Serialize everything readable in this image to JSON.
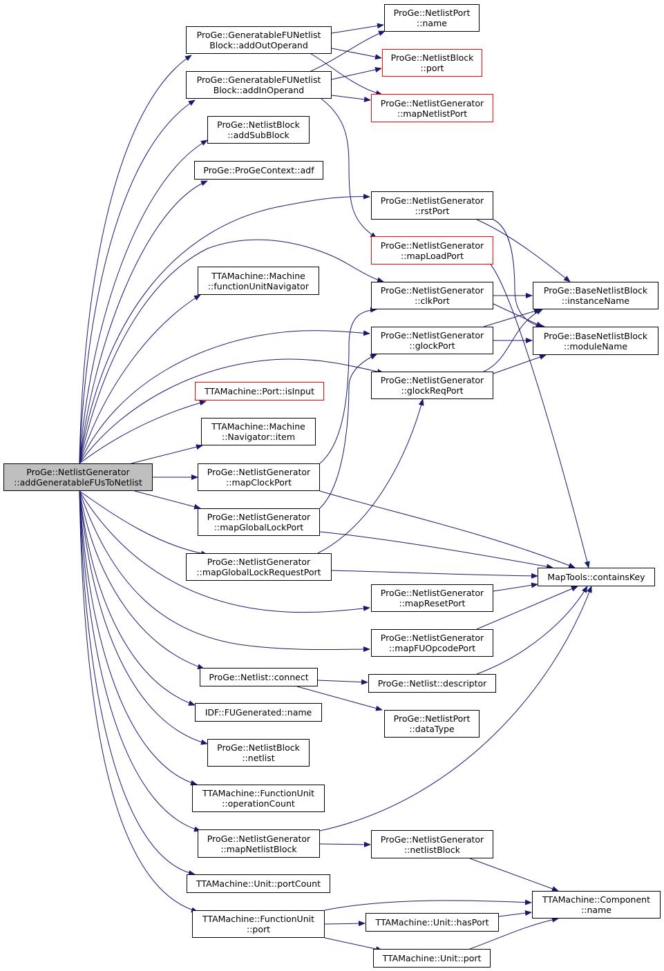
{
  "colors": {
    "edge": "#191970",
    "border": "#000000",
    "incomplete_border": "#ff0000",
    "root_fill": "#bfbfbf"
  },
  "root": {
    "line1": "ProGe::NetlistGenerator",
    "line2": "::addGeneratableFUsToNetlist"
  },
  "nodes": {
    "addOutOperand": {
      "line1": "ProGe::GeneratableFUNetlist",
      "line2": "Block::addOutOperand"
    },
    "addInOperand": {
      "line1": "ProGe::GeneratableFUNetlist",
      "line2": "Block::addInOperand"
    },
    "addSubBlock": {
      "line1": "ProGe::NetlistBlock",
      "line2": "::addSubBlock"
    },
    "adf": {
      "line1": "ProGe::ProGeContext::adf",
      "line2": ""
    },
    "functionUnitNavigator": {
      "line1": "TTAMachine::Machine",
      "line2": "::functionUnitNavigator"
    },
    "isInput": {
      "line1": "TTAMachine::Port::isInput",
      "line2": ""
    },
    "navigatorItem": {
      "line1": "TTAMachine::Machine",
      "line2": "::Navigator::item"
    },
    "mapClockPort": {
      "line1": "ProGe::NetlistGenerator",
      "line2": "::mapClockPort"
    },
    "mapGlobalLockPort": {
      "line1": "ProGe::NetlistGenerator",
      "line2": "::mapGlobalLockPort"
    },
    "mapGlobalLockRequestPort": {
      "line1": "ProGe::NetlistGenerator",
      "line2": "::mapGlobalLockRequestPort"
    },
    "connect": {
      "line1": "ProGe::Netlist::connect",
      "line2": ""
    },
    "fuGeneratedName": {
      "line1": "IDF::FUGenerated::name",
      "line2": ""
    },
    "netlist": {
      "line1": "ProGe::NetlistBlock",
      "line2": "::netlist"
    },
    "operationCount": {
      "line1": "TTAMachine::FunctionUnit",
      "line2": "::operationCount"
    },
    "mapNetlistBlock": {
      "line1": "ProGe::NetlistGenerator",
      "line2": "::mapNetlistBlock"
    },
    "portCount": {
      "line1": "TTAMachine::Unit::portCount",
      "line2": ""
    },
    "fuPort": {
      "line1": "TTAMachine::FunctionUnit",
      "line2": "::port"
    },
    "netlistPortName": {
      "line1": "ProGe::NetlistPort",
      "line2": "::name"
    },
    "netlistBlockPort": {
      "line1": "ProGe::NetlistBlock",
      "line2": "::port"
    },
    "mapNetlistPort": {
      "line1": "ProGe::NetlistGenerator",
      "line2": "::mapNetlistPort"
    },
    "rstPort": {
      "line1": "ProGe::NetlistGenerator",
      "line2": "::rstPort"
    },
    "mapLoadPort": {
      "line1": "ProGe::NetlistGenerator",
      "line2": "::mapLoadPort"
    },
    "clkPort": {
      "line1": "ProGe::NetlistGenerator",
      "line2": "::clkPort"
    },
    "glockPort": {
      "line1": "ProGe::NetlistGenerator",
      "line2": "::glockPort"
    },
    "glockReqPort": {
      "line1": "ProGe::NetlistGenerator",
      "line2": "::glockReqPort"
    },
    "mapResetPort": {
      "line1": "ProGe::NetlistGenerator",
      "line2": "::mapResetPort"
    },
    "mapFUOpcodePort": {
      "line1": "ProGe::NetlistGenerator",
      "line2": "::mapFUOpcodePort"
    },
    "descriptor": {
      "line1": "ProGe::Netlist::descriptor",
      "line2": ""
    },
    "dataType": {
      "line1": "ProGe::NetlistPort",
      "line2": "::dataType"
    },
    "netlistBlockGen": {
      "line1": "ProGe::NetlistGenerator",
      "line2": "::netlistBlock"
    },
    "hasPort": {
      "line1": "TTAMachine::Unit::hasPort",
      "line2": ""
    },
    "unitPort": {
      "line1": "TTAMachine::Unit::port",
      "line2": ""
    },
    "instanceName": {
      "line1": "ProGe::BaseNetlistBlock",
      "line2": "::instanceName"
    },
    "moduleName": {
      "line1": "ProGe::BaseNetlistBlock",
      "line2": "::moduleName"
    },
    "containsKey": {
      "line1": "MapTools::containsKey",
      "line2": ""
    },
    "componentName": {
      "line1": "TTAMachine::Component",
      "line2": "::name"
    }
  }
}
